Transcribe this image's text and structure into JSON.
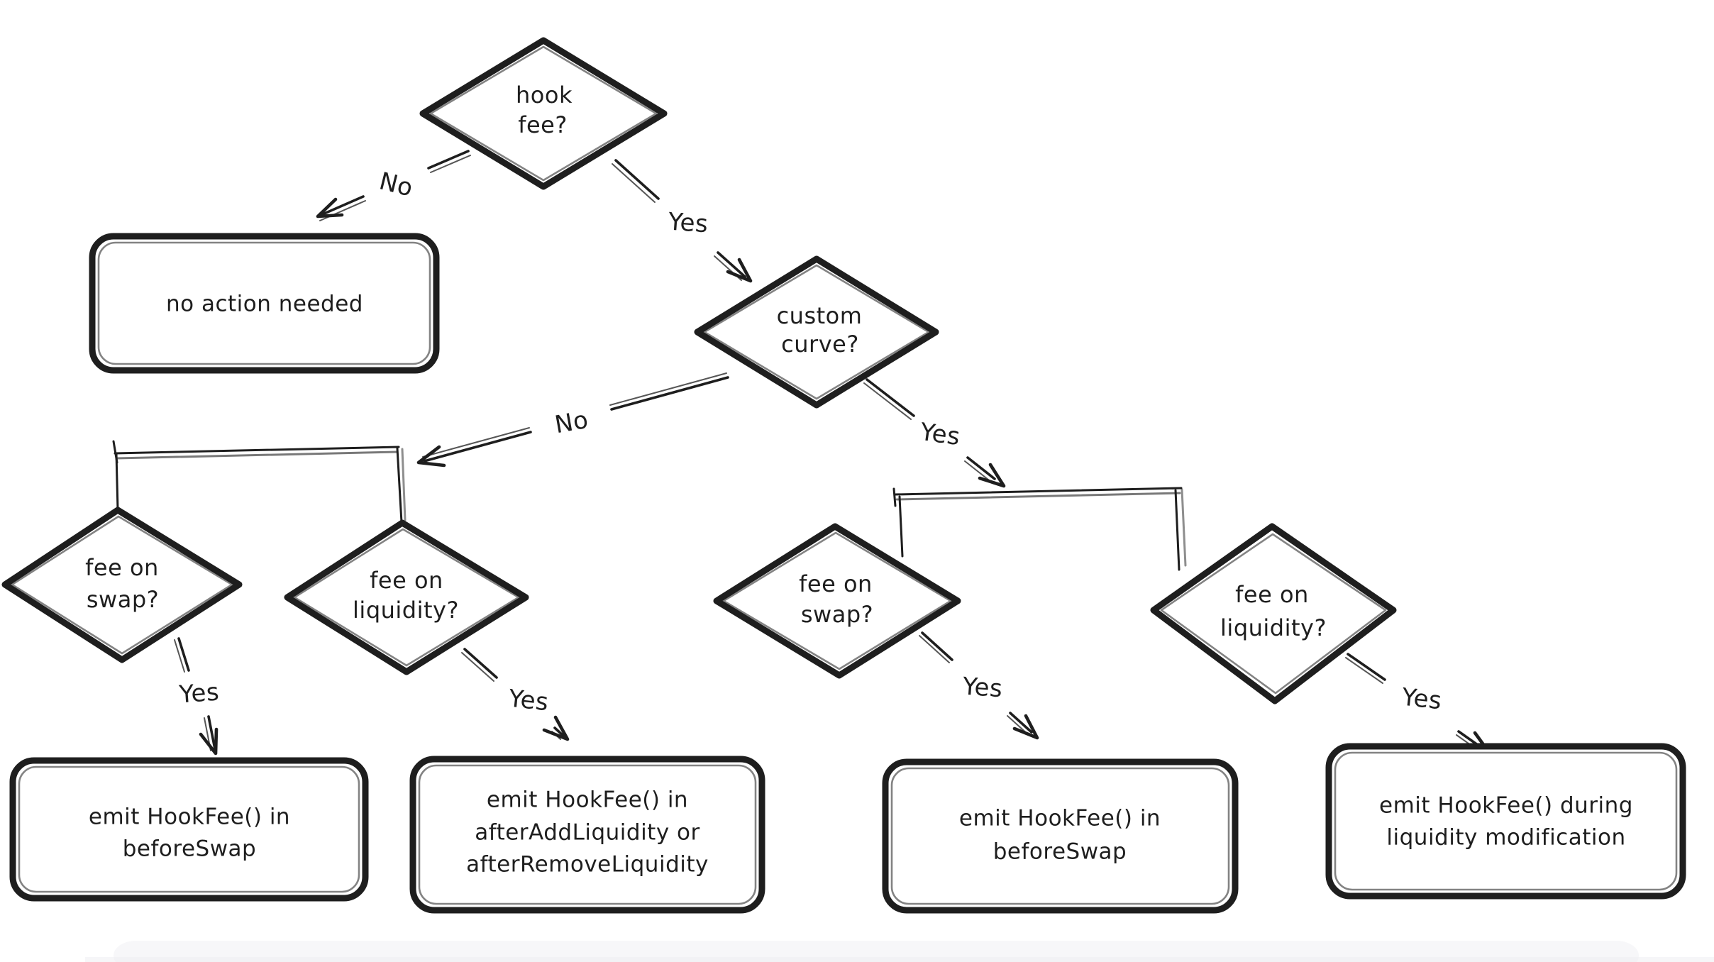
{
  "colors": {
    "stroke": "#1e1e1e",
    "background": "#ffffff",
    "panel_shadow": "#f1f1f4"
  },
  "nodes": {
    "hook_fee": {
      "type": "decision",
      "l1": "hook",
      "l2": "fee?"
    },
    "no_action": {
      "type": "terminal",
      "l1": "no action needed"
    },
    "custom_curve": {
      "type": "decision",
      "l1": "custom",
      "l2": "curve?"
    },
    "fee_on_swap_left": {
      "type": "decision",
      "l1": "fee on",
      "l2": "swap?"
    },
    "fee_on_liquidity_left": {
      "type": "decision",
      "l1": "fee on",
      "l2": "liquidity?"
    },
    "fee_on_swap_right": {
      "type": "decision",
      "l1": "fee on",
      "l2": "swap?"
    },
    "fee_on_liquidity_right": {
      "type": "decision",
      "l1": "fee on",
      "l2": "liquidity?"
    },
    "emit_beforeswap_left": {
      "type": "terminal",
      "l1": "emit HookFee() in",
      "l2": "beforeSwap"
    },
    "emit_afterliquidity": {
      "type": "terminal",
      "l1": "emit HookFee() in",
      "l2": "afterAddLiquidity or",
      "l3": "afterRemoveLiquidity"
    },
    "emit_beforeswap_right": {
      "type": "terminal",
      "l1": "emit HookFee() in",
      "l2": "beforeSwap"
    },
    "emit_liquidity_mod": {
      "type": "terminal",
      "l1": "emit HookFee() during",
      "l2": "liquidity modification"
    }
  },
  "edges": {
    "hook_fee_no": {
      "label": "No"
    },
    "hook_fee_yes": {
      "label": "Yes"
    },
    "custom_curve_no": {
      "label": "No"
    },
    "custom_curve_yes": {
      "label": "Yes"
    },
    "fee_on_swap_left_yes": {
      "label": "Yes"
    },
    "fee_on_liquidity_left_yes": {
      "label": "Yes"
    },
    "fee_on_swap_right_yes": {
      "label": "Yes"
    },
    "fee_on_liquidity_right_yes": {
      "label": "Yes"
    }
  }
}
